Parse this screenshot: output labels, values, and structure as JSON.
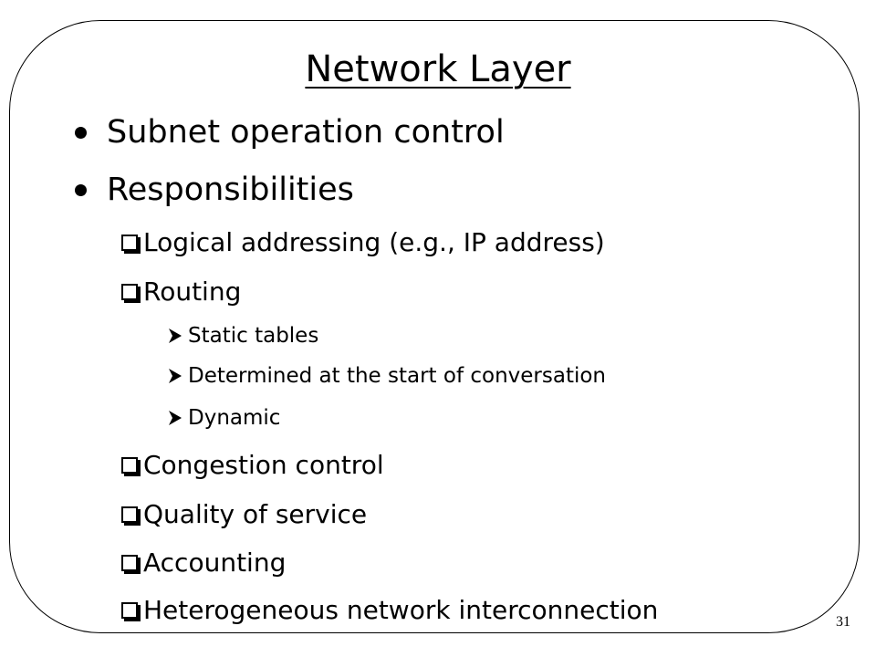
{
  "slide": {
    "title": "Network Layer",
    "bullets": [
      {
        "level": 1,
        "marker": "filled-circle",
        "text": "Subnet operation control"
      },
      {
        "level": 1,
        "marker": "filled-circle",
        "text": "Responsibilities"
      },
      {
        "level": 2,
        "marker": "checkbox",
        "text": "Logical addressing (e.g., IP address)"
      },
      {
        "level": 2,
        "marker": "checkbox",
        "text": "Routing"
      },
      {
        "level": 3,
        "marker": "arrowhead",
        "text": "Static tables"
      },
      {
        "level": 3,
        "marker": "arrowhead",
        "text": "Determined at the start of conversation"
      },
      {
        "level": 3,
        "marker": "arrowhead",
        "text": "Dynamic"
      },
      {
        "level": 2,
        "marker": "checkbox",
        "text": "Congestion control"
      },
      {
        "level": 2,
        "marker": "checkbox",
        "text": "Quality of service"
      },
      {
        "level": 2,
        "marker": "checkbox",
        "text": "Accounting"
      },
      {
        "level": 2,
        "marker": "checkbox",
        "text": "Heterogeneous network interconnection"
      }
    ],
    "page_number": "31"
  }
}
